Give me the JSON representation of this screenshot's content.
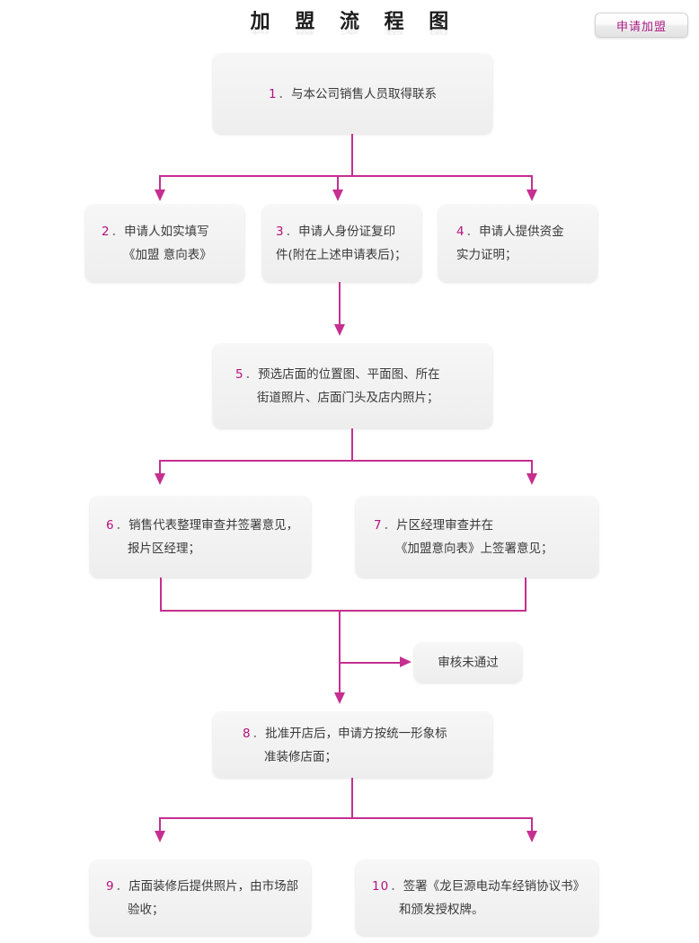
{
  "header": {
    "title": "加 盟 流 程 图",
    "apply_button_label": "申请加盟"
  },
  "colors": {
    "connector": "#c52f90",
    "number": "#b5127e",
    "box_background": "#f3f3f3",
    "text": "#3a3a3a",
    "button_text": "#a5177f"
  },
  "steps": [
    {
      "number": "1",
      "sep": "．",
      "lines": [
        "与本公司销售人员取得联系"
      ]
    },
    {
      "number": "2",
      "sep": "．",
      "lines": [
        "申请人如实填写",
        "《加盟 意向表》"
      ]
    },
    {
      "number": "3",
      "sep": "．",
      "lines": [
        "申请人身份证复印",
        "件(附在上述申请表后)；"
      ]
    },
    {
      "number": "4",
      "sep": "．",
      "lines": [
        "申请人提供资金",
        "实力证明；"
      ]
    },
    {
      "number": "5",
      "sep": "．",
      "lines": [
        "预选店面的位置图、平面图、所在",
        "街道照片、店面门头及店内照片；"
      ]
    },
    {
      "number": "6",
      "sep": "．",
      "lines": [
        "销售代表整理审查并签署意见，",
        "报片区经理；"
      ]
    },
    {
      "number": "7",
      "sep": "．",
      "lines": [
        "片区经理审查并在",
        "《加盟意向表》上签署意见；"
      ]
    },
    {
      "number": "8",
      "sep": "．",
      "lines": [
        "批准开店后，申请方按统一形象标",
        "准装修店面；"
      ]
    },
    {
      "number": "9",
      "sep": "．",
      "lines": [
        "店面装修后提供照片，由市场部",
        "验收；"
      ]
    },
    {
      "number": "10",
      "sep": "．",
      "lines": [
        "签署《龙巨源电动车经销协议书》",
        "和颁发授权牌。"
      ]
    }
  ],
  "reject_node": {
    "label": "审核未通过"
  }
}
